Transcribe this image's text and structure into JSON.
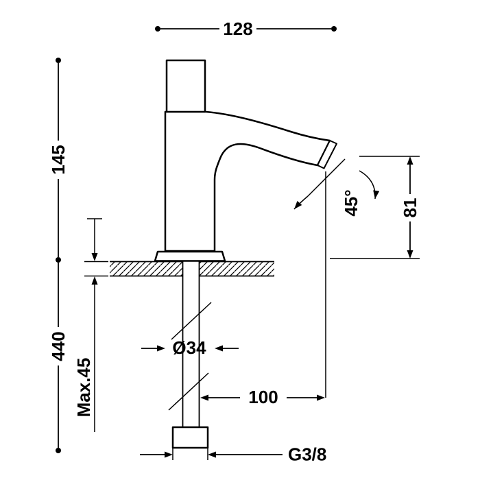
{
  "drawing": {
    "line_color": "#000000",
    "background": "#ffffff",
    "labels": {
      "top_width": "128",
      "left_upper_height": "145",
      "left_lower_height": "440",
      "max_mounting_depth": "Max.45",
      "base_diameter": "Ø34",
      "spout_angle": "45°",
      "spout_height": "81",
      "horizontal_offset": "100",
      "thread": "G3/8"
    }
  }
}
